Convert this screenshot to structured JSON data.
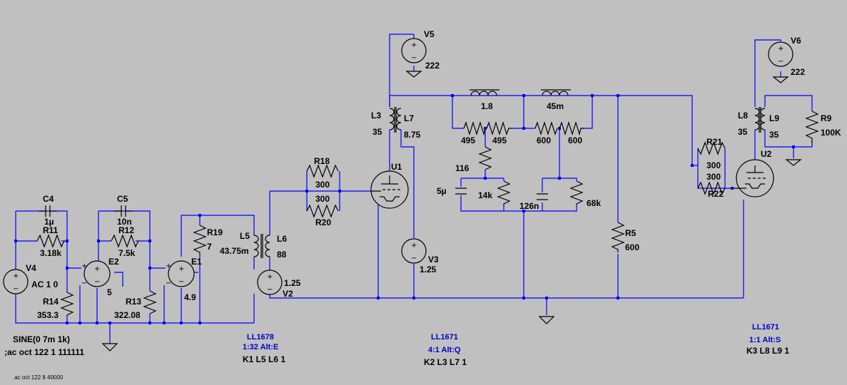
{
  "background": "#c0c0c0",
  "wire_color": "#0000ff",
  "component_color": "#000000",
  "directive_color": "#0000cc",
  "components": {
    "V4": {
      "ref": "V4",
      "value": "AC 1 0"
    },
    "C4": {
      "ref": "C4",
      "value": "1µ"
    },
    "R11": {
      "ref": "R11",
      "value": "3.18k"
    },
    "R14": {
      "ref": "R14",
      "value": "353.3"
    },
    "C5": {
      "ref": "C5",
      "value": "10n"
    },
    "R12": {
      "ref": "R12",
      "value": "7.5k"
    },
    "E2": {
      "ref": "E2",
      "value": "5"
    },
    "R13": {
      "ref": "R13",
      "value": "322.08"
    },
    "E1": {
      "ref": "E1",
      "value": "4.9"
    },
    "R19": {
      "ref": "R19",
      "value": "7"
    },
    "L5": {
      "ref": "L5",
      "value": "43.75m"
    },
    "L6": {
      "ref": "L6",
      "value": "88"
    },
    "V2": {
      "ref": "V2",
      "value": "1.25"
    },
    "R18": {
      "ref": "R18",
      "value": "300"
    },
    "R20": {
      "ref": "R20",
      "value": "300"
    },
    "U1": {
      "ref": "U1"
    },
    "V5": {
      "ref": "V5",
      "value": "222"
    },
    "L3": {
      "ref": "L3",
      "value": "35"
    },
    "L7": {
      "ref": "L7",
      "value": "8.75"
    },
    "V3": {
      "ref": "V3",
      "value": "1.25"
    },
    "L_a": {
      "value": "1.8"
    },
    "L_b": {
      "value": "45m"
    },
    "R_a": {
      "value": "495"
    },
    "R_b": {
      "value": "495"
    },
    "R_c": {
      "value": "600"
    },
    "R_d": {
      "value": "600"
    },
    "R_e": {
      "value": "116"
    },
    "C_a": {
      "value": "5µ"
    },
    "R_f": {
      "value": "14k"
    },
    "C_b": {
      "value": "126n"
    },
    "R_g": {
      "value": "68k"
    },
    "R5": {
      "ref": "R5",
      "value": "600"
    },
    "R21": {
      "ref": "R21",
      "value": "300"
    },
    "R22": {
      "ref": "R22",
      "value": "300"
    },
    "U2": {
      "ref": "U2"
    },
    "V6": {
      "ref": "V6",
      "value": "222"
    },
    "L8": {
      "ref": "L8",
      "value": "35"
    },
    "L9": {
      "ref": "L9",
      "value": "35"
    },
    "R9": {
      "ref": "R9",
      "value": "100K"
    }
  },
  "directives": {
    "sine": "SINE(0 7m 1k)",
    "ac_comment": ";ac oct 122 1 111111",
    "ac_small": ".ac oct 122 8 40000",
    "ll1678_title": "LL1678",
    "ll1678_alt": "1:32 Alt:E",
    "k1": "K1 L5 L6 1",
    "ll1671a_title": "LL1671",
    "ll1671a_alt": "4:1 Alt:Q",
    "k2": "K2 L3 L7 1",
    "ll1671b_title": "LL1671",
    "ll1671b_alt": "1:1 Alt:S",
    "k3": "K3 L8 L9 1"
  },
  "symbols": {
    "plus": "+",
    "minus": "−"
  }
}
